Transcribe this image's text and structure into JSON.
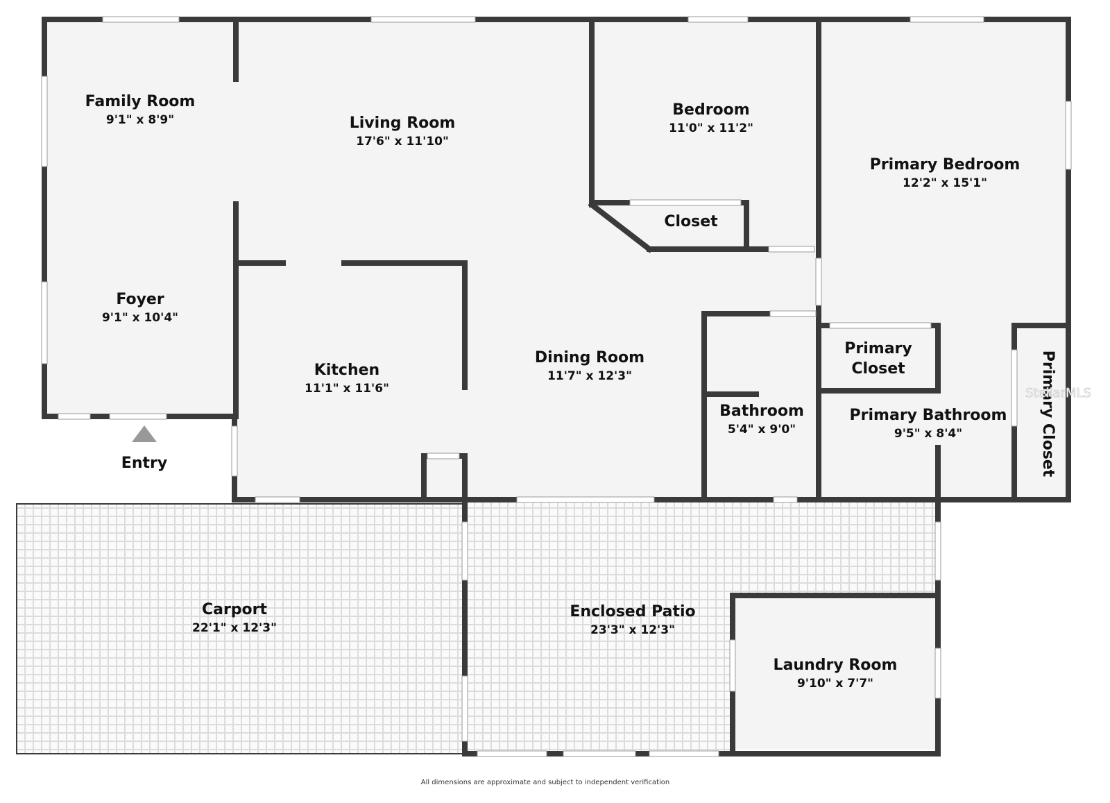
{
  "rooms": {
    "family_room": {
      "name": "Family Room",
      "dims": "9'1\" x 8'9\""
    },
    "living_room": {
      "name": "Living Room",
      "dims": "17'6\" x 11'10\""
    },
    "bedroom": {
      "name": "Bedroom",
      "dims": "11'0\" x 11'2\""
    },
    "primary_bedroom": {
      "name": "Primary Bedroom",
      "dims": "12'2\" x 15'1\""
    },
    "closet": {
      "name": "Closet"
    },
    "foyer": {
      "name": "Foyer",
      "dims": "9'1\" x 10'4\""
    },
    "kitchen": {
      "name": "Kitchen",
      "dims": "11'1\" x 11'6\""
    },
    "dining_room": {
      "name": "Dining Room",
      "dims": "11'7\" x 12'3\""
    },
    "primary_closet": {
      "line1": "Primary",
      "line2": "Closet"
    },
    "bathroom": {
      "name": "Bathroom",
      "dims": "5'4\" x 9'0\""
    },
    "primary_bathroom": {
      "name": "Primary Bathroom",
      "dims": "9'5\" x 8'4\""
    },
    "primary_closet_side": {
      "name": "Primary Closet"
    },
    "carport": {
      "name": "Carport",
      "dims": "22'1\" x 12'3\""
    },
    "enclosed_patio": {
      "name": "Enclosed Patio",
      "dims": "23'3\" x 12'3\""
    },
    "laundry_room": {
      "name": "Laundry Room",
      "dims": "9'10\" x 7'7\""
    }
  },
  "entry": {
    "label": "Entry"
  },
  "footnote": "All dimensions are approximate and subject to independent verification",
  "watermark": "StellarMLS",
  "colors": {
    "wall": "#3a3a3a",
    "floor": "#f4f4f4",
    "outdoor_tile": "#dcdcdc",
    "window": "#ffffff",
    "entry_marker": "#999999"
  }
}
